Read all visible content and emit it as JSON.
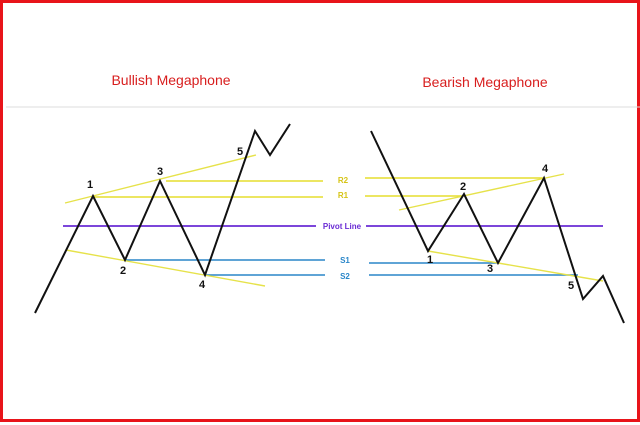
{
  "titles": {
    "bullish": "Bullish Megaphone",
    "bearish": "Bearish Megaphone"
  },
  "levels": {
    "r2": "R2",
    "r1": "R1",
    "pivot": "Pivot Line",
    "s1": "S1",
    "s2": "S2"
  },
  "points": {
    "bull": [
      "1",
      "2",
      "3",
      "4",
      "5"
    ],
    "bear": [
      "1",
      "2",
      "3",
      "4",
      "5"
    ]
  },
  "colors": {
    "frame": "#e8141a",
    "title": "#d81e1e",
    "price": "#111111",
    "trend": "#e6e24a",
    "resistance": "#e6dd2e",
    "pivot": "#6a2bd4",
    "support": "#2a86c9"
  }
}
